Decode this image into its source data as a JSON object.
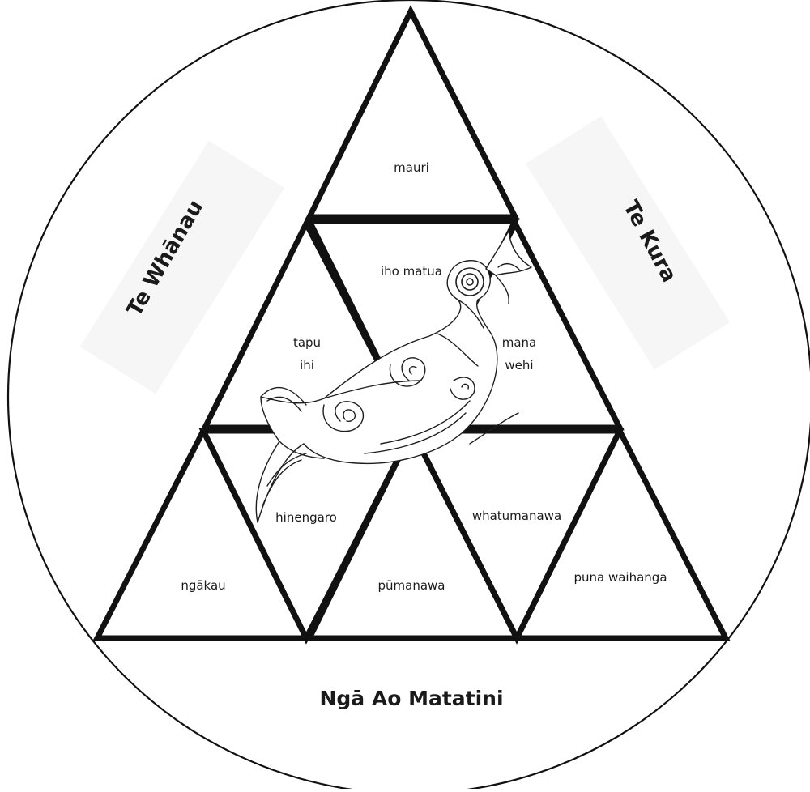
{
  "diagram": {
    "outer_ring": {
      "left_label": "Te Whānau",
      "right_label": "Te Kura",
      "bottom_label": "Ngā Ao Matatini"
    },
    "cells": {
      "top": "mauri",
      "centre": "iho matua",
      "mid_left": [
        "tapu",
        "ihi"
      ],
      "mid_right": [
        "mana",
        "wehi"
      ],
      "bottom_left": "ngākau",
      "bottom_left_inverted": "hinengaro",
      "bottom_centre": "pūmanawa",
      "bottom_right_inverted": "whatumanawa",
      "bottom_right": "puna waihanga"
    },
    "emblem_icon": "manaia-bird-icon",
    "colors": {
      "line": "#111111",
      "background": "#ffffff"
    }
  }
}
